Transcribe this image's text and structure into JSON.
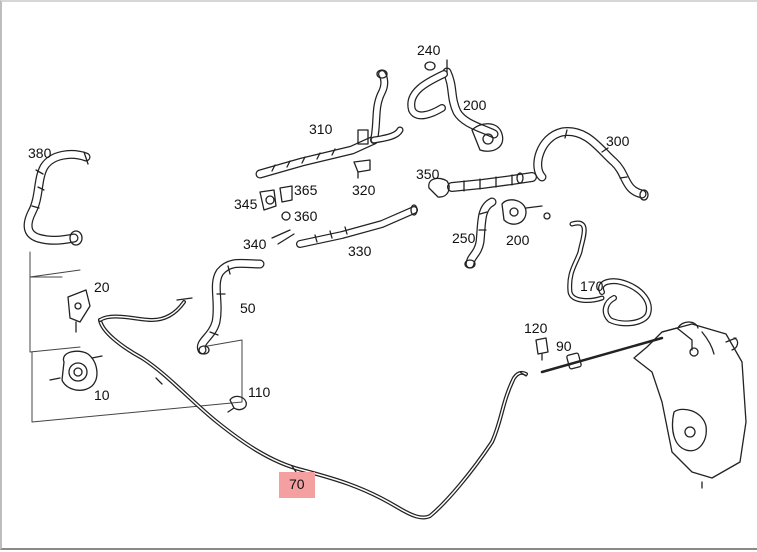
{
  "labels": {
    "p240": "240",
    "p200a": "200",
    "p310": "310",
    "p300": "300",
    "p380": "380",
    "p320": "320",
    "p350": "350",
    "p345": "345",
    "p365": "365",
    "p360": "360",
    "p340": "340",
    "p330": "330",
    "p250": "250",
    "p200b": "200",
    "p20": "20",
    "p170": "170",
    "p50": "50",
    "p120": "120",
    "p90": "90",
    "p110": "110",
    "p10": "10",
    "p70": "70"
  },
  "highlight": {
    "part": "70",
    "color": "#f4a0a0"
  }
}
